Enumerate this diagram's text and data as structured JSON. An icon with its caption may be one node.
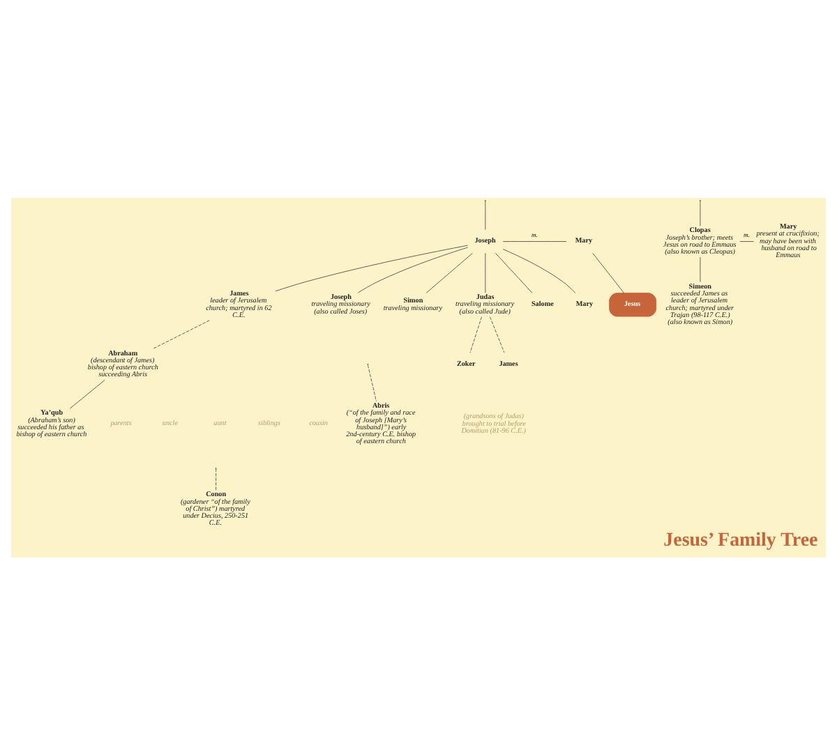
{
  "diagram": {
    "title": "Jesus’ Family Tree",
    "nodes": [
      {
        "text": [
          "Joseph"
        ]
      },
      {
        "text": [
          "Mary"
        ]
      },
      {
        "text": [
          "Clopas",
          "Joseph’s brother; meets Jesus on road to Emmaus (also known as Cleopas)"
        ]
      },
      {
        "text": [
          "Mary",
          "present at crucifixion; may have been with husband on road to Emmaus"
        ]
      },
      {
        "text": [
          "James",
          "leader of Jerusalem church; martyred in 62 C.E."
        ]
      },
      {
        "text": [
          "Joseph",
          "traveling missionary (also called Joses)"
        ]
      },
      {
        "text": [
          "Simon",
          "traveling missionary"
        ]
      },
      {
        "text": [
          "Judas",
          "traveling missionary (also called Jude)"
        ]
      },
      {
        "text": [
          "Salome"
        ]
      },
      {
        "text": [
          "Mary"
        ]
      },
      {
        "text": [
          "Jesus"
        ]
      },
      {
        "text": [
          "Simeon",
          "succeeded James as leader of Jerusalem church; martyred under Trajan (98-117 C.E.) (also known as Simon)"
        ]
      },
      {
        "text": [
          "Zoker"
        ]
      },
      {
        "text": [
          "James"
        ]
      },
      {
        "text": [
          "Abris",
          "(“of the family and race of Joseph [Mary’s husband]”) early 2nd-century C.E. bishop of eastern church"
        ]
      },
      {
        "text": [
          "Abraham",
          "(descendant of James) bishop of eastern church succeeding Abris"
        ]
      },
      {
        "text": [
          "Ya’qub",
          "(Abraham’s son) succeeded his father as bishop of eastern church"
        ]
      },
      {
        "text": [
          "Conon",
          "(gardener “of the family of Christ”) martyred under Decius, 250-251 C.E."
        ]
      }
    ],
    "edges": [
      {
        "from": null,
        "to": 0,
        "arrow": "none"
      },
      {
        "from": null,
        "to": 2,
        "arrow": "none"
      },
      {
        "from": 0,
        "to": 1,
        "arrow": "none",
        "label": "m."
      },
      {
        "from": 2,
        "to": 3,
        "arrow": "none",
        "label": "m."
      },
      {
        "from": 0,
        "to": 4,
        "arrow": "none"
      },
      {
        "from": 0,
        "to": 5,
        "arrow": "none"
      },
      {
        "from": 0,
        "to": 6,
        "arrow": "none"
      },
      {
        "from": 0,
        "to": 7,
        "arrow": "none"
      },
      {
        "from": 0,
        "to": 8,
        "arrow": "none"
      },
      {
        "from": 0,
        "to": 9,
        "arrow": "none"
      },
      {
        "from": 1,
        "to": 10,
        "arrow": "none"
      },
      {
        "from": 2,
        "to": 11,
        "arrow": "none"
      },
      {
        "from": 7,
        "to": 12,
        "arrow": "none",
        "style": "dashed"
      },
      {
        "from": 7,
        "to": 13,
        "arrow": "none",
        "style": "dashed"
      },
      {
        "from": null,
        "to": 14,
        "arrow": "none",
        "style": "dashed"
      },
      {
        "from": 4,
        "to": 15,
        "arrow": "none",
        "style": "dashed"
      },
      {
        "from": 15,
        "to": 16,
        "arrow": "none"
      },
      {
        "from": null,
        "to": 17,
        "arrow": "none",
        "style": "dashed"
      }
    ],
    "labels": [
      "parents",
      "uncle",
      "aunt",
      "siblings",
      "cousin",
      "(grandsons of Judas) brought to trial before Domitian (81-96 C.E.)"
    ]
  }
}
